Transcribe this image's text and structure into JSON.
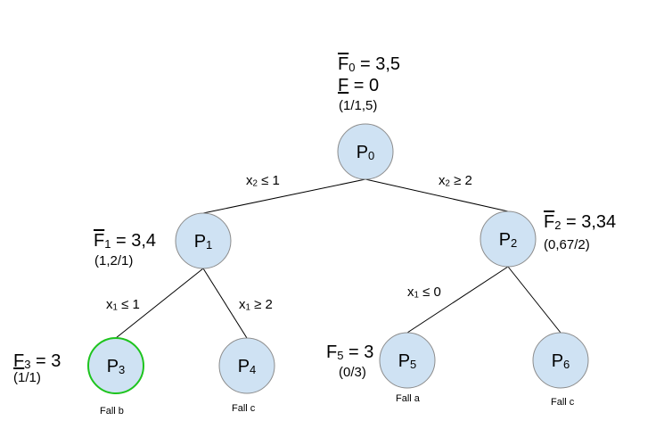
{
  "colors": {
    "node_fill": "#cfe2f3",
    "node_stroke": "#8c8c8c",
    "highlight_stroke": "#1ec41e",
    "edge": "#000000"
  },
  "nodes": [
    {
      "id": "P0",
      "letter": "P",
      "index": "0",
      "caption": ""
    },
    {
      "id": "P1",
      "letter": "P",
      "index": "1",
      "caption": ""
    },
    {
      "id": "P2",
      "letter": "P",
      "index": "2",
      "caption": ""
    },
    {
      "id": "P3",
      "letter": "P",
      "index": "3",
      "caption": "Fall b",
      "highlighted": true
    },
    {
      "id": "P4",
      "letter": "P",
      "index": "4",
      "caption": "Fall c"
    },
    {
      "id": "P5",
      "letter": "P",
      "index": "5",
      "caption": "Fall a"
    },
    {
      "id": "P6",
      "letter": "P",
      "index": "6",
      "caption": "Fall c"
    }
  ],
  "edges": [
    {
      "from": "P0",
      "to": "P1",
      "label_var": "x",
      "label_sub": "2",
      "label_rel": "≤ 1"
    },
    {
      "from": "P0",
      "to": "P2",
      "label_var": "x",
      "label_sub": "2",
      "label_rel": "≥ 2"
    },
    {
      "from": "P1",
      "to": "P3",
      "label_var": "x",
      "label_sub": "1",
      "label_rel": "≤ 1"
    },
    {
      "from": "P1",
      "to": "P4",
      "label_var": "x",
      "label_sub": "1",
      "label_rel": " ≥ 2"
    },
    {
      "from": "P2",
      "to": "P5",
      "label_var": "x",
      "label_sub": "1",
      "label_rel": "≤ 0"
    },
    {
      "from": "P2",
      "to": "P6",
      "label_var": "",
      "label_sub": "",
      "label_rel": ""
    }
  ],
  "annotations": {
    "p0": {
      "upper_letter": "F",
      "upper_sub": "0",
      "upper_value": " = 3,5",
      "lower_letter": "F",
      "lower_value": " = 0",
      "pair": "(1/1,5)"
    },
    "p1": {
      "letter": "F",
      "sub": "1",
      "value": " = 3,4",
      "pair": "(1,2/1)"
    },
    "p2": {
      "letter": "F",
      "sub": "2",
      "value": " = 3,34",
      "pair": "(0,67/2)"
    },
    "p3": {
      "letter": "F",
      "sub": "3",
      "value": " = 3",
      "pair": "(1/1)"
    },
    "p5": {
      "letter": "F",
      "sub": "5",
      "value": " = 3",
      "pair": "(0/3)"
    }
  }
}
